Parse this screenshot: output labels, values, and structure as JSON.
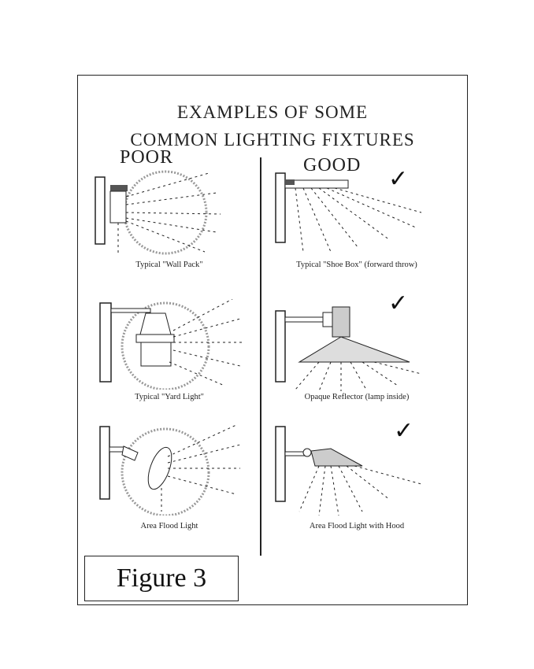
{
  "title": {
    "line1": "EXAMPLES OF SOME",
    "line2": "COMMON LIGHTING FIXTURES"
  },
  "columns": {
    "poor": "POOR",
    "good": "GOOD"
  },
  "poor": [
    {
      "caption": "Typical \"Wall Pack\"",
      "icon": "wall-pack-fixture"
    },
    {
      "caption": "Typical \"Yard Light\"",
      "icon": "yard-light-fixture"
    },
    {
      "caption": "Area Flood Light",
      "icon": "area-flood-light-fixture"
    }
  ],
  "good": [
    {
      "caption": "Typical \"Shoe Box\" (forward throw)",
      "icon": "shoe-box-fixture",
      "mark": "✓"
    },
    {
      "caption": "Opaque Reflector (lamp inside)",
      "icon": "opaque-reflector-fixture",
      "mark": "✓"
    },
    {
      "caption": "Area Flood Light with Hood",
      "icon": "hooded-flood-light-fixture",
      "mark": "✓"
    }
  ],
  "figure_label": "Figure 3"
}
